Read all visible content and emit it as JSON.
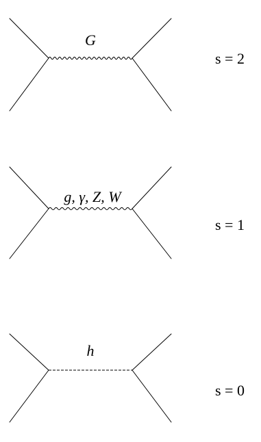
{
  "diagrams": [
    {
      "particle_label": "G",
      "spin_label": "s = 2",
      "propagator": "wavy-tight"
    },
    {
      "particle_label": "g, γ, Z, W",
      "spin_label": "s = 1",
      "propagator": "wavy"
    },
    {
      "particle_label": "h",
      "spin_label": "s = 0",
      "propagator": "dashed"
    }
  ]
}
